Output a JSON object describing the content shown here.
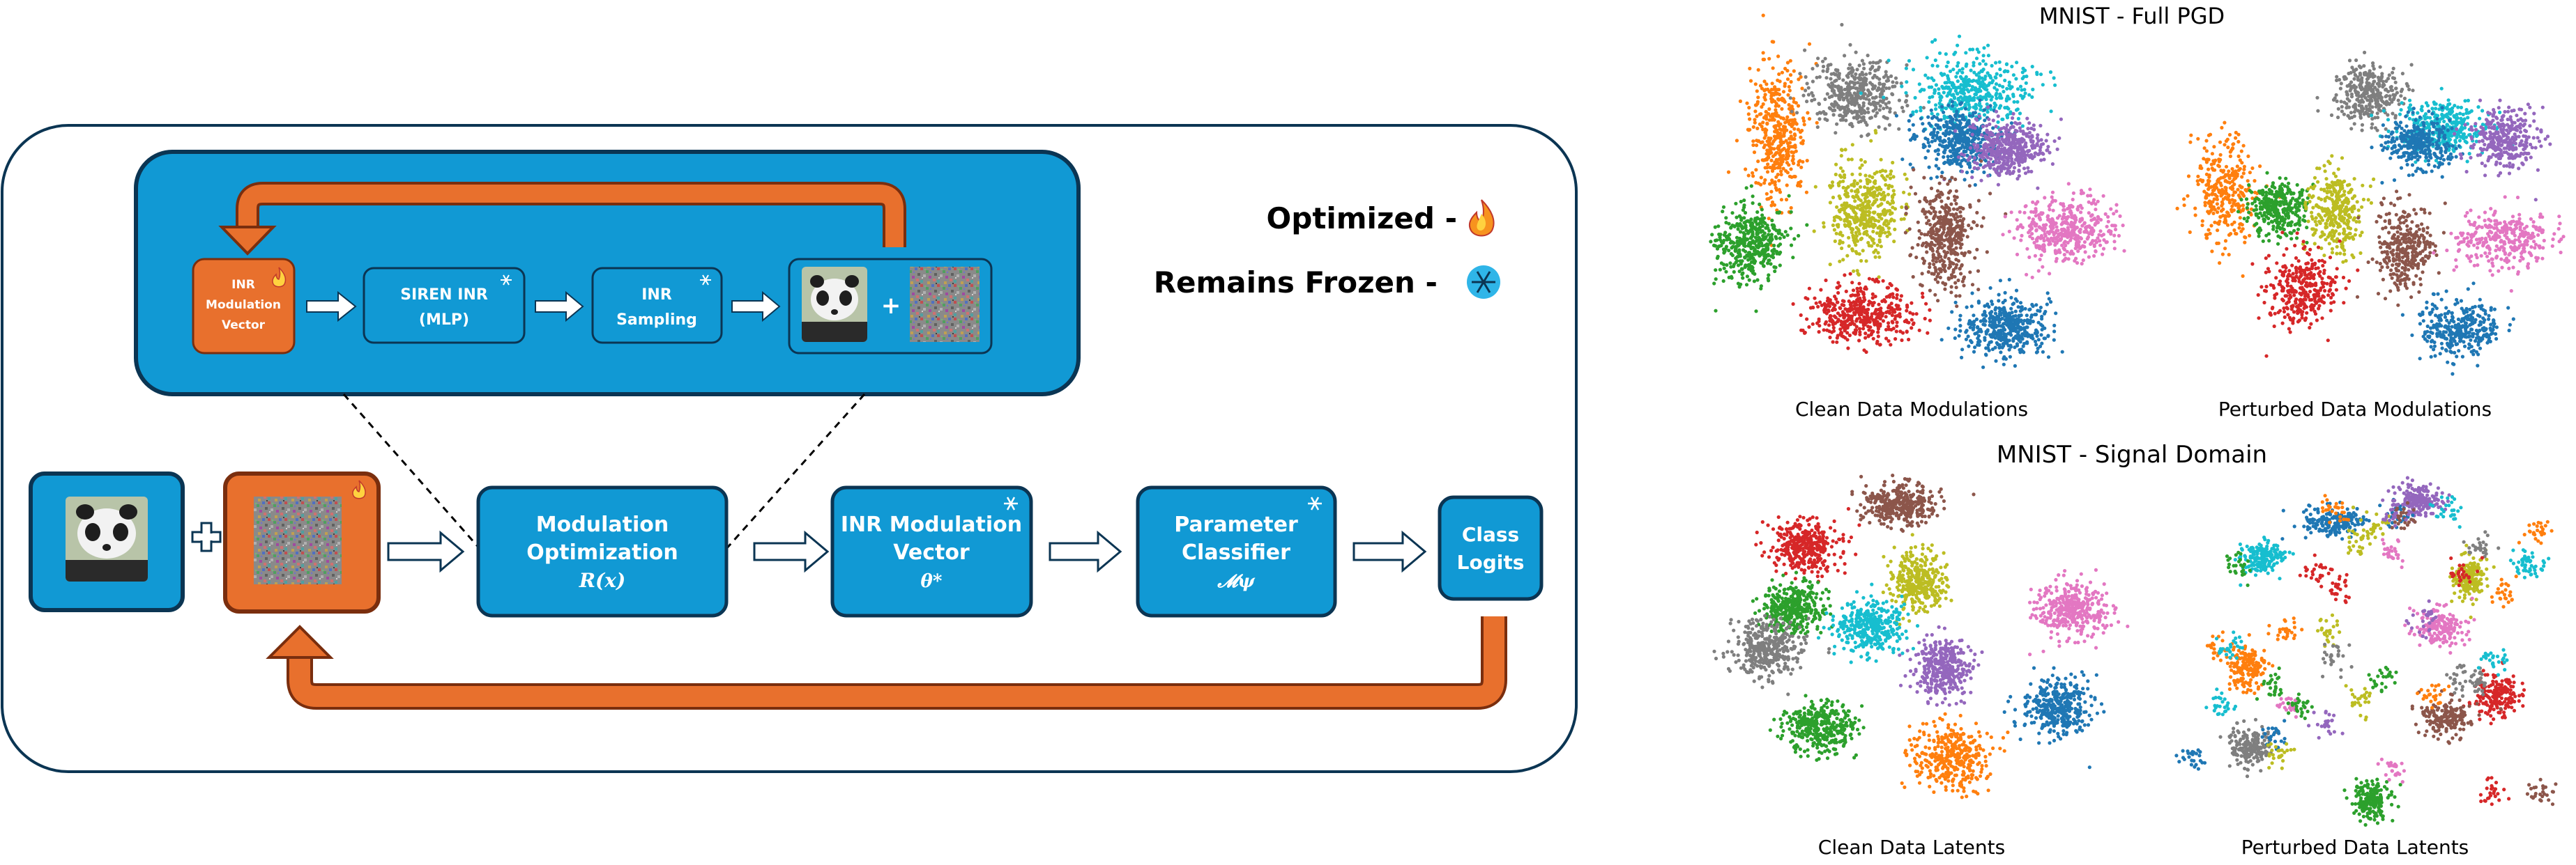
{
  "legend": {
    "optimized_label": "Optimized -",
    "frozen_label": "Remains Frozen -",
    "optimized_icon": "fire-icon",
    "frozen_icon": "snowflake-icon"
  },
  "inner_pipeline": {
    "modulation_vector_lines": [
      "INR",
      "Modulation",
      "Vector"
    ],
    "siren_lines": [
      "SIREN INR",
      "(MLP)"
    ],
    "sampling_lines": [
      "INR",
      "Sampling"
    ],
    "plus": "+"
  },
  "main_pipeline": {
    "plus": "+",
    "modulation_opt_lines": [
      "Modulation",
      "Optimization",
      "R(x)"
    ],
    "inr_vector_lines": [
      "INR Modulation",
      "Vector",
      "θ*"
    ],
    "param_classifier_lines": [
      "Parameter",
      "Classifier",
      "𝓜ψ"
    ],
    "class_logits_lines": [
      "Class",
      "Logits"
    ]
  },
  "colors": {
    "blue": "#1199D4",
    "dark_blue": "#0B3553",
    "orange": "#E8702D",
    "dark_orange": "#7A2E0E",
    "cluster_palette": [
      "#1F77B4",
      "#FF7F0E",
      "#2CA02C",
      "#D62728",
      "#9467BD",
      "#8C564B",
      "#E377C2",
      "#7F7F7F",
      "#BCBD22",
      "#17BECF"
    ]
  },
  "tsne_panels": {
    "top_title": "MNIST - Full PGD",
    "bottom_title": "MNIST - Signal Domain",
    "captions": [
      "Clean Data Modulations",
      "Perturbed Data Modulations",
      "Clean Data Latents",
      "Perturbed Data Latents"
    ]
  }
}
